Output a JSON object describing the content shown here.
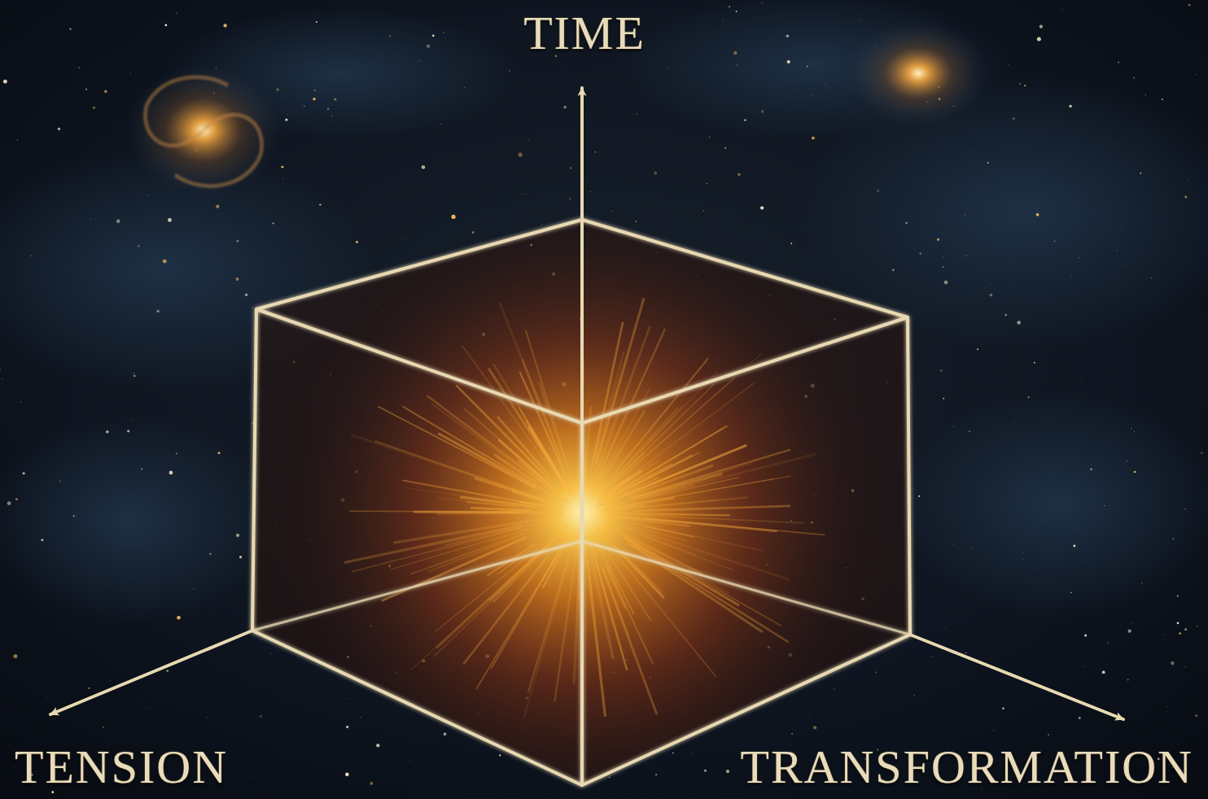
{
  "diagram": {
    "labels": [
      "TIME",
      "TENSION",
      "TRANSFORMATION"
    ]
  }
}
